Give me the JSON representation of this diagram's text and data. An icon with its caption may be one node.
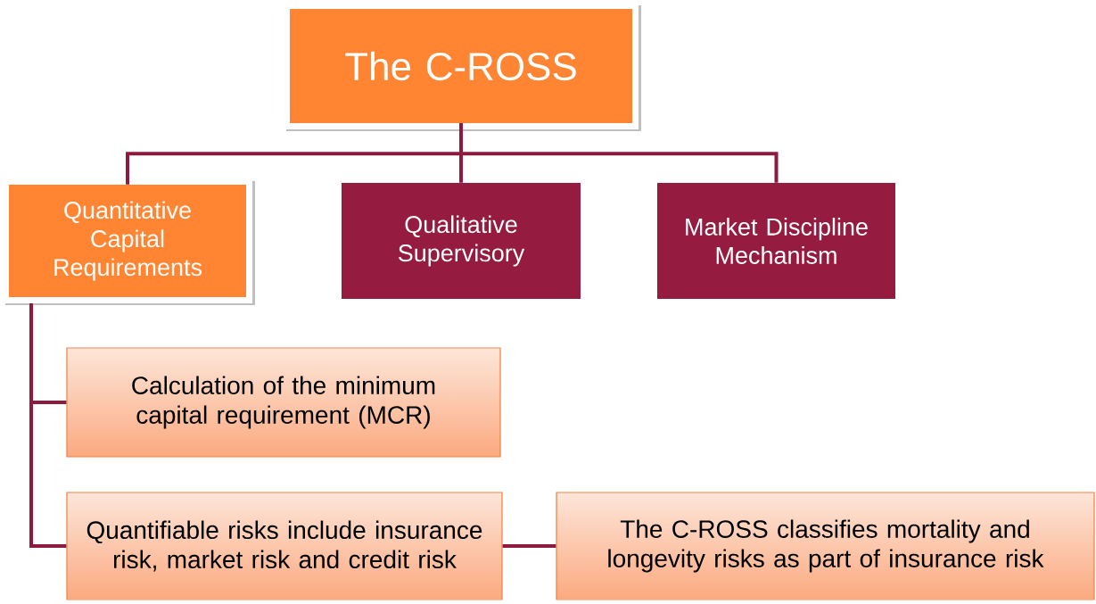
{
  "diagram": {
    "nodes": [
      {
        "text": [
          "The C-ROSS"
        ]
      },
      {
        "text": [
          "Quantitative Capital Requirements"
        ]
      },
      {
        "text": [
          "Qualitative Supervisory"
        ]
      },
      {
        "text": [
          "Market Discipline Mechanism"
        ]
      },
      {
        "text": [
          "Calculation of the minimum capital requirement (MCR)"
        ]
      },
      {
        "text": [
          "Quantifiable risks include insurance risk, market risk and credit risk"
        ]
      },
      {
        "text": [
          "The C-ROSS classifies mortality and longevity risks as part of insurance risk"
        ]
      }
    ],
    "edges": [
      {
        "from": 0,
        "to": 1,
        "arrow": "none"
      },
      {
        "from": 0,
        "to": 2,
        "arrow": "none"
      },
      {
        "from": 0,
        "to": 3,
        "arrow": "none"
      },
      {
        "from": 1,
        "to": 4,
        "arrow": "none"
      },
      {
        "from": 1,
        "to": 5,
        "arrow": "none"
      },
      {
        "from": 5,
        "to": 6,
        "arrow": "none"
      }
    ]
  }
}
